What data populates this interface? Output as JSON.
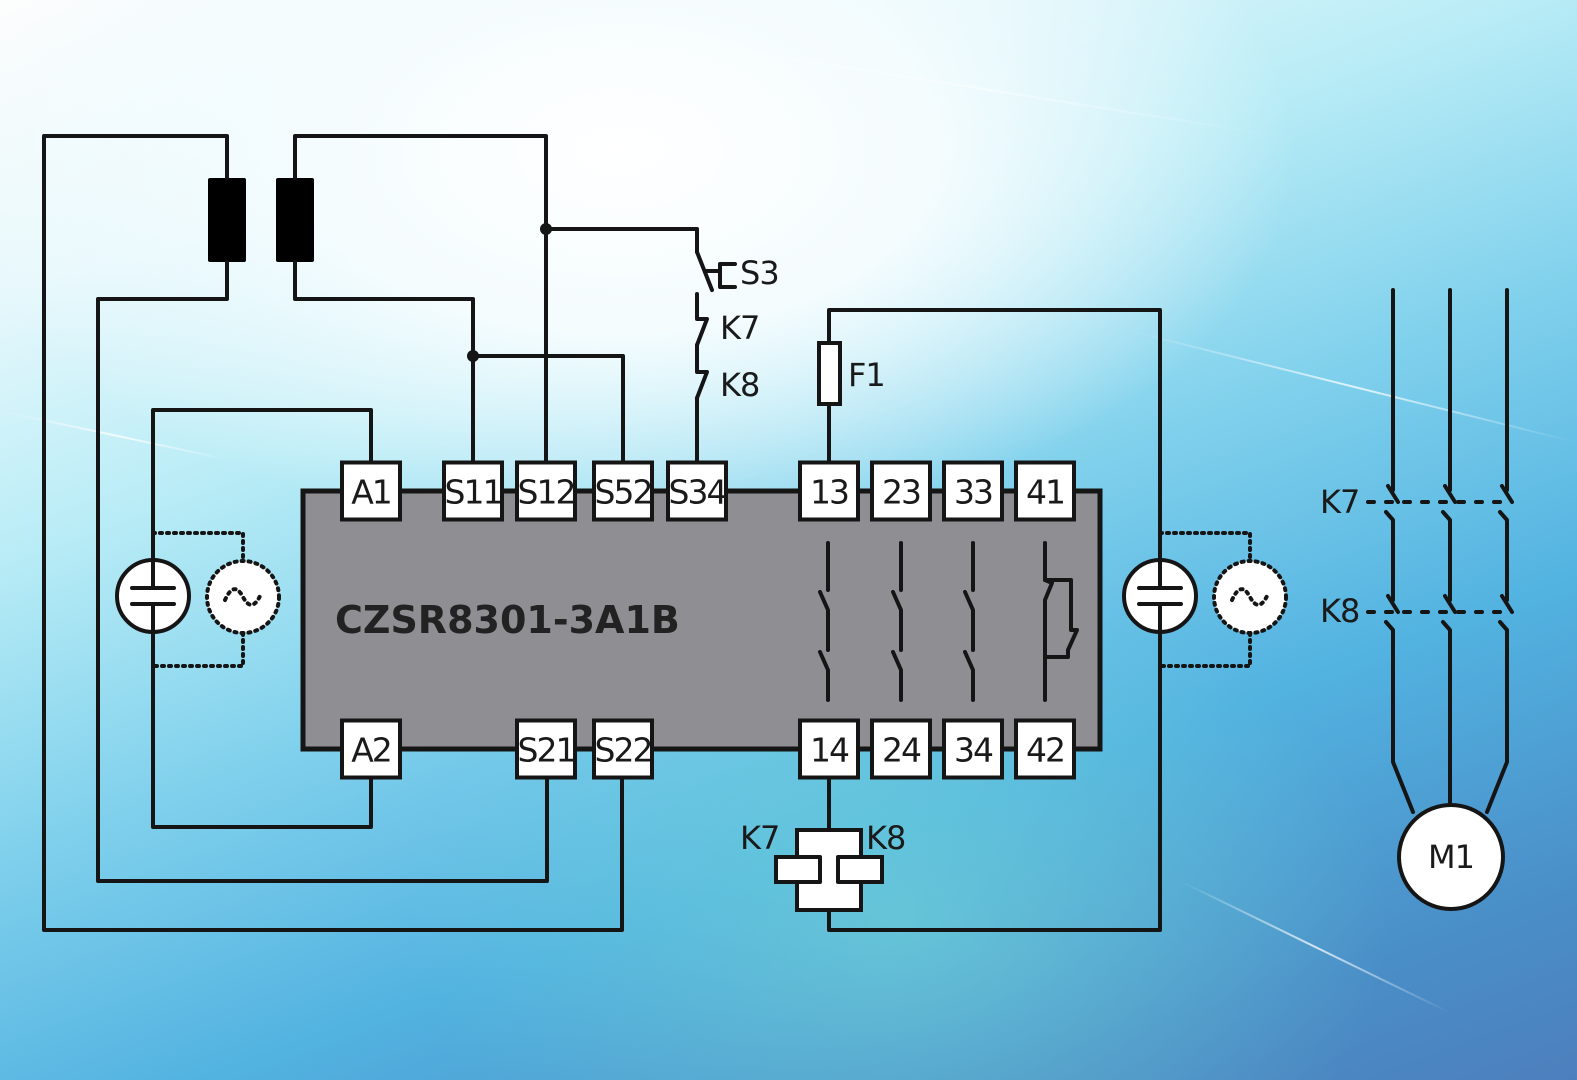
{
  "diagram": {
    "type": "safety-relay-wiring-schematic",
    "relay_model": "CZSR8301-3A1B",
    "top_terminals": [
      "A1",
      "S11",
      "S12",
      "S52",
      "S34",
      "13",
      "23",
      "33",
      "41"
    ],
    "bottom_terminals": [
      "A2",
      "S21",
      "S22",
      "14",
      "24",
      "34",
      "42"
    ],
    "input_chain_labels": {
      "reset_switch": "S3",
      "contact_1": "K7",
      "contact_2": "K8"
    },
    "fuse_label": "F1",
    "coil_labels": {
      "left": "K7",
      "right": "K8"
    },
    "motor_contact_labels": {
      "upper": "K7",
      "lower": "K8"
    },
    "motor_label": "M1",
    "colors": {
      "wire": "#151515",
      "relay_body": "#8f8e93",
      "terminal_fill": "#ffffff",
      "background_light": "#fdfdfd",
      "background_dark": "#4c7fbd"
    }
  }
}
